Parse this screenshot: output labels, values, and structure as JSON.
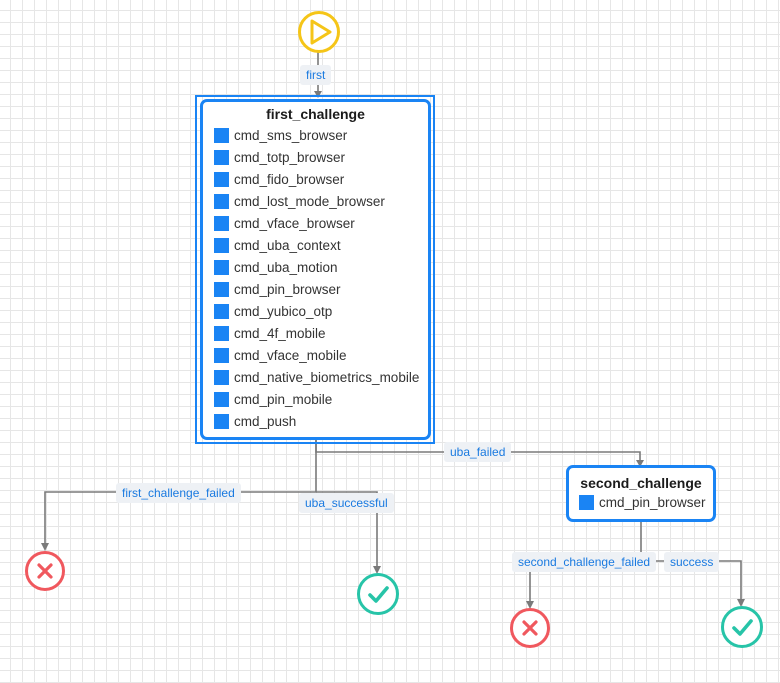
{
  "start": {
    "icon": "play-icon"
  },
  "first_challenge": {
    "title": "first_challenge",
    "commands": [
      "cmd_sms_browser",
      "cmd_totp_browser",
      "cmd_fido_browser",
      "cmd_lost_mode_browser",
      "cmd_vface_browser",
      "cmd_uba_context",
      "cmd_uba_motion",
      "cmd_pin_browser",
      "cmd_yubico_otp",
      "cmd_4f_mobile",
      "cmd_vface_mobile",
      "cmd_native_biometrics_mobile",
      "cmd_pin_mobile",
      "cmd_push"
    ]
  },
  "second_challenge": {
    "title": "second_challenge",
    "commands": [
      "cmd_pin_browser"
    ]
  },
  "edges": {
    "first": "first",
    "uba_failed": "uba_failed",
    "first_challenge_failed": "first_challenge_failed",
    "uba_successful": "uba_successful",
    "second_challenge_failed": "second_challenge_failed",
    "success": "success"
  },
  "colors": {
    "accent": "#1a84f4",
    "start": "#f5c518",
    "failure": "#f0585e",
    "success": "#27c4a8",
    "label_text": "#1a7ae0"
  }
}
